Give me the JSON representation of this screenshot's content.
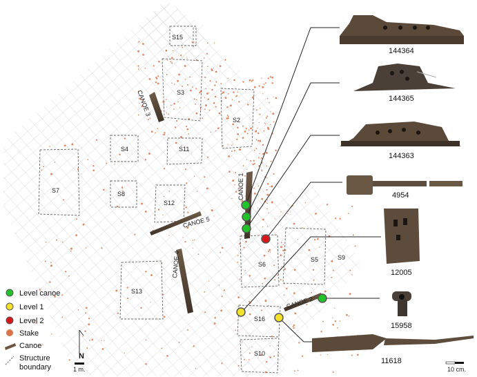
{
  "structures": [
    "S15",
    "S3",
    "S2",
    "S4",
    "S11",
    "S7",
    "S8",
    "S12",
    "S6",
    "S5",
    "S9",
    "S13",
    "S16",
    "S10"
  ],
  "canoes": {
    "c1": "CANOE 1",
    "c2": "CANOE 2",
    "c3": "CANOE 3",
    "c4": "CANOE 4",
    "c5": "CANOE 5"
  },
  "artifacts": [
    "144364",
    "144365",
    "144363",
    "4954",
    "12005",
    "15958",
    "11618"
  ],
  "legend": {
    "level_canoe": "Level canoe",
    "level1": "Level 1",
    "level2": "Level 2",
    "stake": "Stake",
    "canoe": "Canoe",
    "structure_line1": "Structure",
    "structure_line2": "boundary"
  },
  "north": "N",
  "scale_map": "1 m.",
  "scale_objects": "10 cm.",
  "colors": {
    "level_canoe": "#22c22a",
    "level1": "#f2e02a",
    "level2": "#d81818",
    "stake": "#d9744a",
    "canoe": "#6b5542",
    "grid": "#d7d7d7",
    "wood": "#5a4a3a"
  }
}
